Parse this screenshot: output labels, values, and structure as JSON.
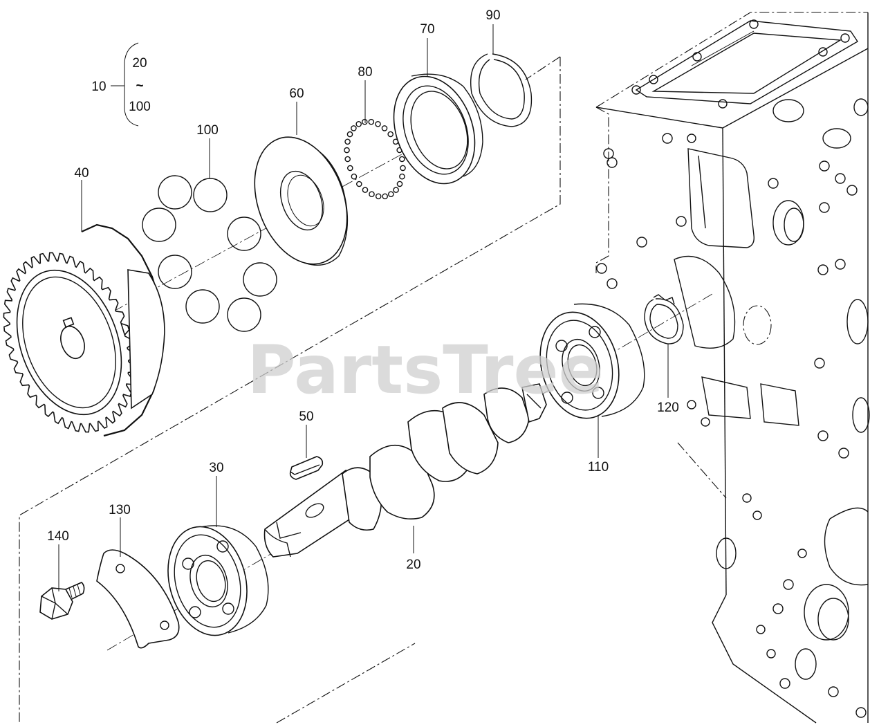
{
  "watermark": "PartsTree",
  "bracket": {
    "main": "10",
    "top": "20",
    "tilde": "~",
    "bottom": "100"
  },
  "callouts": [
    {
      "id": "90",
      "label": "90"
    },
    {
      "id": "70",
      "label": "70"
    },
    {
      "id": "80",
      "label": "80"
    },
    {
      "id": "60",
      "label": "60"
    },
    {
      "id": "100",
      "label": "100"
    },
    {
      "id": "40",
      "label": "40"
    },
    {
      "id": "50",
      "label": "50"
    },
    {
      "id": "30",
      "label": "30"
    },
    {
      "id": "130",
      "label": "130"
    },
    {
      "id": "140",
      "label": "140"
    },
    {
      "id": "20",
      "label": "20"
    },
    {
      "id": "110",
      "label": "110"
    },
    {
      "id": "120",
      "label": "120"
    }
  ]
}
